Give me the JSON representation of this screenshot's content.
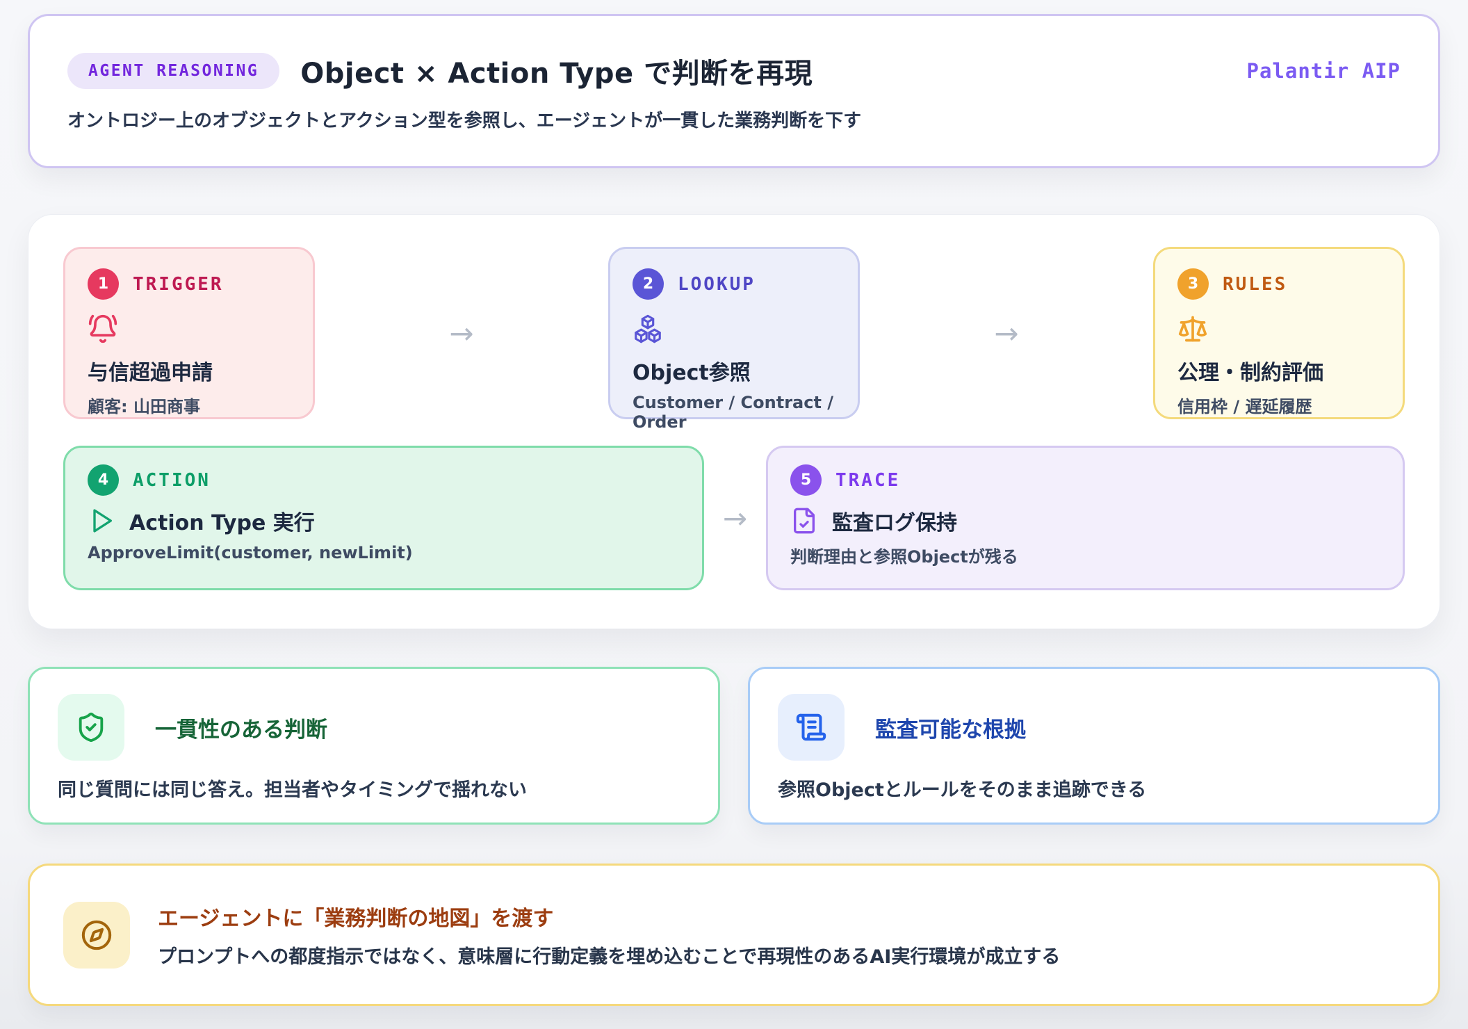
{
  "page": {
    "background": "#f3f5f8"
  },
  "header": {
    "badge": "AGENT REASONING",
    "badge_bg": "#ece6fa",
    "badge_color": "#7226dd",
    "title": "Object × Action Type で判断を再現",
    "subtitle": "オントロジー上のオブジェクトとアクション型を参照し、エージェントが一貫した業務判断を下す",
    "brand": "Palantir AIP",
    "brand_color": "#7b5bf2",
    "border": "#cfc5f2"
  },
  "flow": {
    "arrow": "→",
    "arrow_color": "#b4bbc7",
    "steps": [
      {
        "num": "1",
        "label": "TRIGGER",
        "icon": "bell-ring-icon",
        "title": "与信超過申請",
        "sub": "顧客: 山田商事",
        "accent": "#e6395f",
        "label_color": "#be1a52",
        "bg": "#fdeceb",
        "border": "#f8c9d0"
      },
      {
        "num": "2",
        "label": "LOOKUP",
        "icon": "cubes-icon",
        "title": "Object参照",
        "sub": "Customer / Contract / Order",
        "accent": "#5a55d6",
        "label_color": "#4f46c5",
        "bg": "#edeffa",
        "border": "#c9cdf0"
      },
      {
        "num": "3",
        "label": "RULES",
        "icon": "scales-icon",
        "title": "公理・制約評価",
        "sub": "信用枠 / 遅延履歴",
        "accent": "#f0a22c",
        "label_color": "#c05a12",
        "bg": "#fefbe9",
        "border": "#f4da7c"
      },
      {
        "num": "4",
        "label": "ACTION",
        "icon": "play-icon",
        "title": "Action Type 実行",
        "sub": "ApproveLimit(customer, newLimit)",
        "accent": "#12a370",
        "label_color": "#0d9e68",
        "bg": "#e1f6ea",
        "border": "#7fdcaa"
      },
      {
        "num": "5",
        "label": "TRACE",
        "icon": "file-check-icon",
        "title": "監査ログ保持",
        "sub": "判断理由と参照Objectが残る",
        "accent": "#8a52ec",
        "label_color": "#7c3aed",
        "bg": "#f3effc",
        "border": "#d5c9f1"
      }
    ]
  },
  "benefits": [
    {
      "icon": "shield-check-icon",
      "title": "一貫性のある判断",
      "desc": "同じ質問には同じ答え。担当者やタイミングで揺れない",
      "border": "#8fe2b7",
      "icon_bg": "#e4faee",
      "icon_color": "#17a34a",
      "title_color": "#166437"
    },
    {
      "icon": "scroll-icon",
      "title": "監査可能な根拠",
      "desc": "参照Objectとルールをそのまま追跡できる",
      "border": "#a8ccf7",
      "icon_bg": "#e7effd",
      "icon_color": "#2563eb",
      "title_color": "#1e46ad"
    }
  ],
  "callout": {
    "icon": "compass-icon",
    "title": "エージェントに「業務判断の地図」を渡す",
    "desc": "プロンプトへの都度指示ではなく、意味層に行動定義を埋め込むことで再現性のあるAI実行環境が成立する",
    "border": "#f5d97d",
    "icon_bg": "#fbf0c9",
    "icon_color": "#a3650b",
    "title_color": "#9c3d10"
  }
}
